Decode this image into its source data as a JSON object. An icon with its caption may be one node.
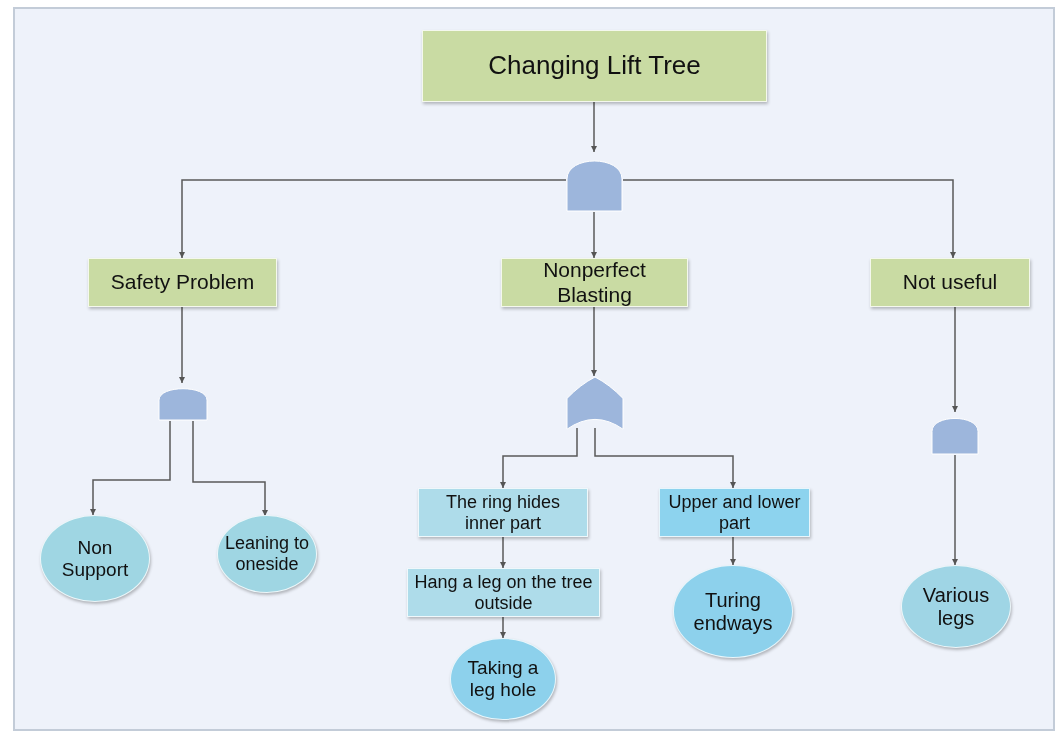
{
  "diagram": {
    "nodes": [
      {
        "text": [
          "Changing Lift Tree"
        ]
      },
      {
        "text": [],
        "shape": "and-gate"
      },
      {
        "text": [
          "Safety Problem"
        ]
      },
      {
        "text": [
          "Nonperfect Blasting"
        ]
      },
      {
        "text": [
          "Not useful"
        ]
      },
      {
        "text": [],
        "shape": "and-gate"
      },
      {
        "text": [],
        "shape": "or-gate"
      },
      {
        "text": [],
        "shape": "and-gate"
      },
      {
        "text": [
          "Non Support"
        ]
      },
      {
        "text": [
          "Leaning to oneside"
        ]
      },
      {
        "text": [
          "The ring hides inner part"
        ]
      },
      {
        "text": [
          "Upper and lower part"
        ]
      },
      {
        "text": [
          "Hang a leg on the tree outside"
        ]
      },
      {
        "text": [
          "Turing endways"
        ]
      },
      {
        "text": [
          "Taking a leg hole"
        ]
      },
      {
        "text": [
          "Various legs"
        ]
      }
    ],
    "edges": [
      {
        "from": 0,
        "to": 1,
        "arrow": "to"
      },
      {
        "from": 1,
        "to": 2,
        "arrow": "to"
      },
      {
        "from": 1,
        "to": 3,
        "arrow": "to"
      },
      {
        "from": 1,
        "to": 4,
        "arrow": "to"
      },
      {
        "from": 2,
        "to": 5,
        "arrow": "to"
      },
      {
        "from": 3,
        "to": 6,
        "arrow": "to"
      },
      {
        "from": 4,
        "to": 7,
        "arrow": "to"
      },
      {
        "from": 5,
        "to": 8,
        "arrow": "to"
      },
      {
        "from": 5,
        "to": 9,
        "arrow": "to"
      },
      {
        "from": 6,
        "to": 10,
        "arrow": "to"
      },
      {
        "from": 6,
        "to": 11,
        "arrow": "to"
      },
      {
        "from": 10,
        "to": 12,
        "arrow": "to"
      },
      {
        "from": 12,
        "to": 14,
        "arrow": "to"
      },
      {
        "from": 11,
        "to": 13,
        "arrow": "to"
      },
      {
        "from": 7,
        "to": 15,
        "arrow": "to"
      }
    ]
  }
}
